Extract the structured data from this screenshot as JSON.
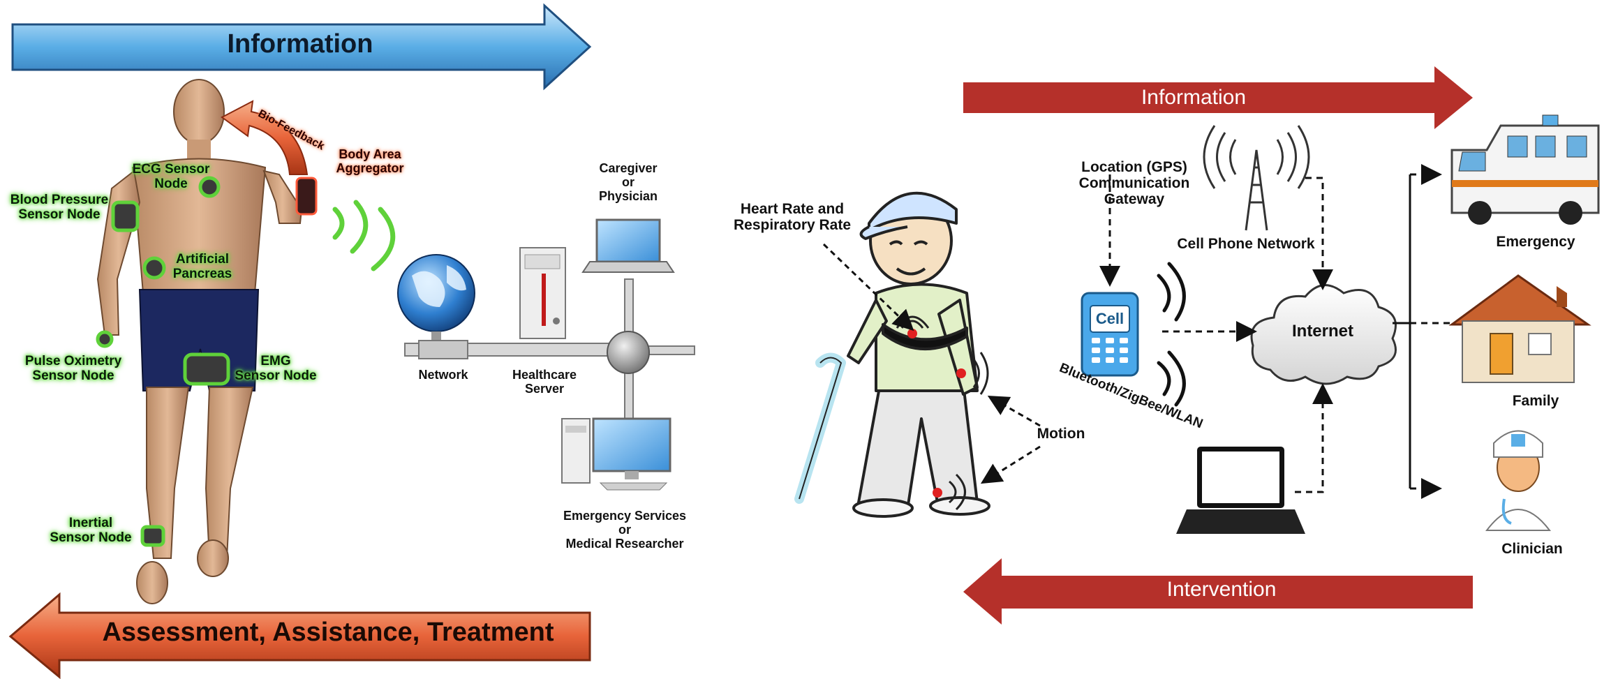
{
  "left": {
    "top_arrow_label": "Information",
    "bottom_arrow_label": "Assessment, Assistance, Treatment",
    "biofeedback_label": "Bio-Feedback",
    "aggregator_label": "Body Area\nAggregator",
    "sensors": {
      "ecg": "ECG Sensor\nNode",
      "blood_pressure": "Blood Pressure\nSensor Node",
      "pancreas": "Artificial\nPancreas",
      "pulse_oximetry": "Pulse Oximetry\nSensor Node",
      "emg": "EMG\nSensor Node",
      "inertial": "Inertial\nSensor Node"
    },
    "network_label": "Network",
    "server_label": "Healthcare\nServer",
    "caregiver_label": "Caregiver\nor\nPhysician",
    "emergency_services_label": "Emergency Services\nor\nMedical Researcher"
  },
  "right": {
    "top_arrow_label": "Information",
    "bottom_arrow_label": "Intervention",
    "heart_rate_label": "Heart Rate and\nRespiratory Rate",
    "motion_label": "Motion",
    "gps_label": "Location (GPS)\nCommunication Gateway",
    "cell_phone_network_label": "Cell Phone Network",
    "cell_label": "Cell",
    "wireless_label": "Bluetooth/ZigBee/WLAN",
    "internet_label": "Internet",
    "emergency_label": "Emergency",
    "family_label": "Family",
    "clinician_label": "Clinician"
  },
  "colors": {
    "blue_arrow": "#5aaee6",
    "orange_arrow": "#e8643a",
    "red_arrow": "#b5302a",
    "sensor_green": "#5fd13a"
  }
}
